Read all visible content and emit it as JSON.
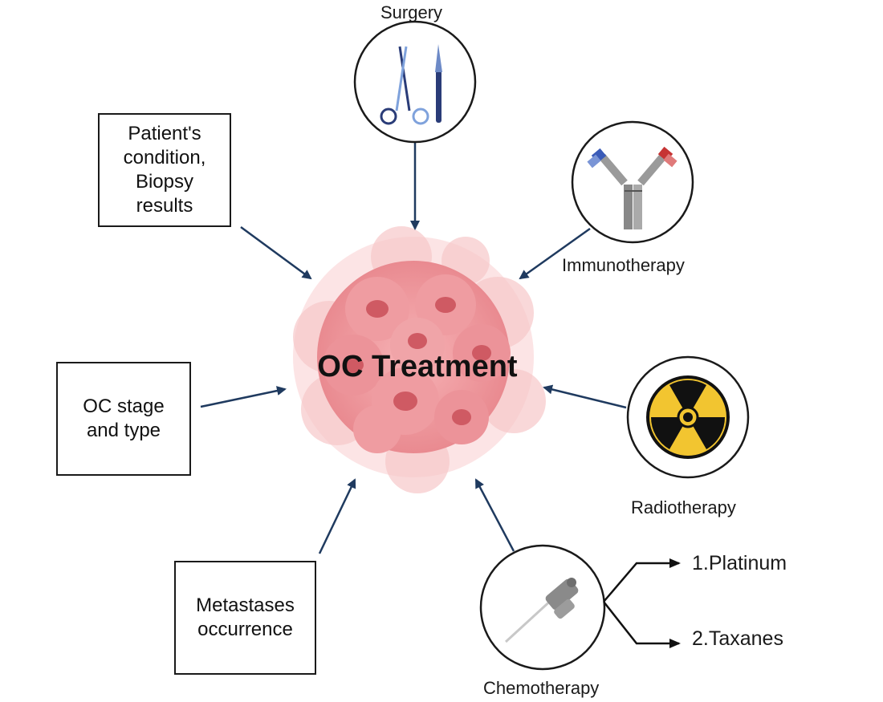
{
  "center": {
    "title": "OC Treatment"
  },
  "factors": {
    "patient_condition": "Patient's\ncondition,\nBiopsy\nresults",
    "stage_type": "OC stage\nand type",
    "metastases": "Metastases\noccurrence"
  },
  "treatments": {
    "surgery": {
      "label": "Surgery",
      "icon": "scissors-scalpel-icon"
    },
    "immunotherapy": {
      "label": "Immunotherapy",
      "icon": "antibody-icon"
    },
    "radiotherapy": {
      "label": "Radiotherapy",
      "icon": "radiation-icon"
    },
    "chemotherapy": {
      "label": "Chemotherapy",
      "icon": "iv-cannula-icon",
      "drugs": [
        "1.Platinum",
        "2.Taxanes"
      ]
    }
  },
  "colors": {
    "arrow": "#1f3a5f",
    "tumor": "#e2737a",
    "radiation_yellow": "#f2c530"
  }
}
